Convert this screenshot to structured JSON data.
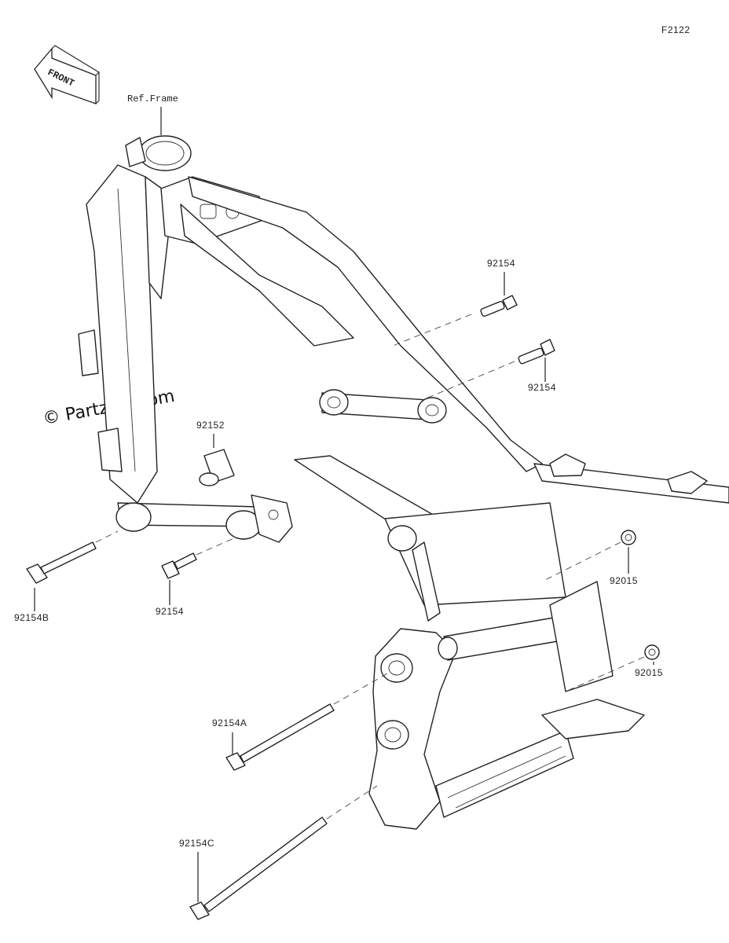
{
  "diagram_code": "F2122",
  "front_label": "FRONT",
  "watermark": "© Partzilla.com",
  "ref_label": "Ref.Frame",
  "parts": [
    {
      "number": "92154"
    },
    {
      "number": "92154"
    },
    {
      "number": "92152"
    },
    {
      "number": "92154B"
    },
    {
      "number": "92154"
    },
    {
      "number": "92015"
    },
    {
      "number": "92015"
    },
    {
      "number": "92154A"
    },
    {
      "number": "92154C"
    }
  ]
}
